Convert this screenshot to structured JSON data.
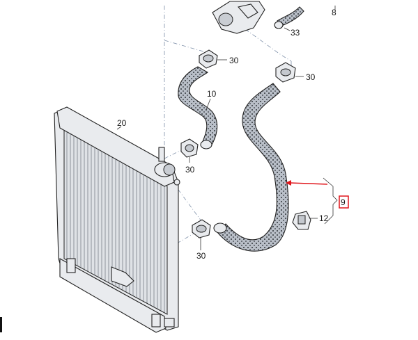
{
  "diagram": {
    "part_labels": {
      "p8": "8",
      "p33": "33",
      "p30_top_left": "30",
      "p30_top_right": "30",
      "p10": "10",
      "p20": "20",
      "p30_mid": "30",
      "p9": "9",
      "p12": "12",
      "p30_bottom": "30"
    },
    "highlight_color": "#e0151b",
    "hose_color": "#b9bfc8",
    "radiator_color": "#e6e8eb"
  }
}
